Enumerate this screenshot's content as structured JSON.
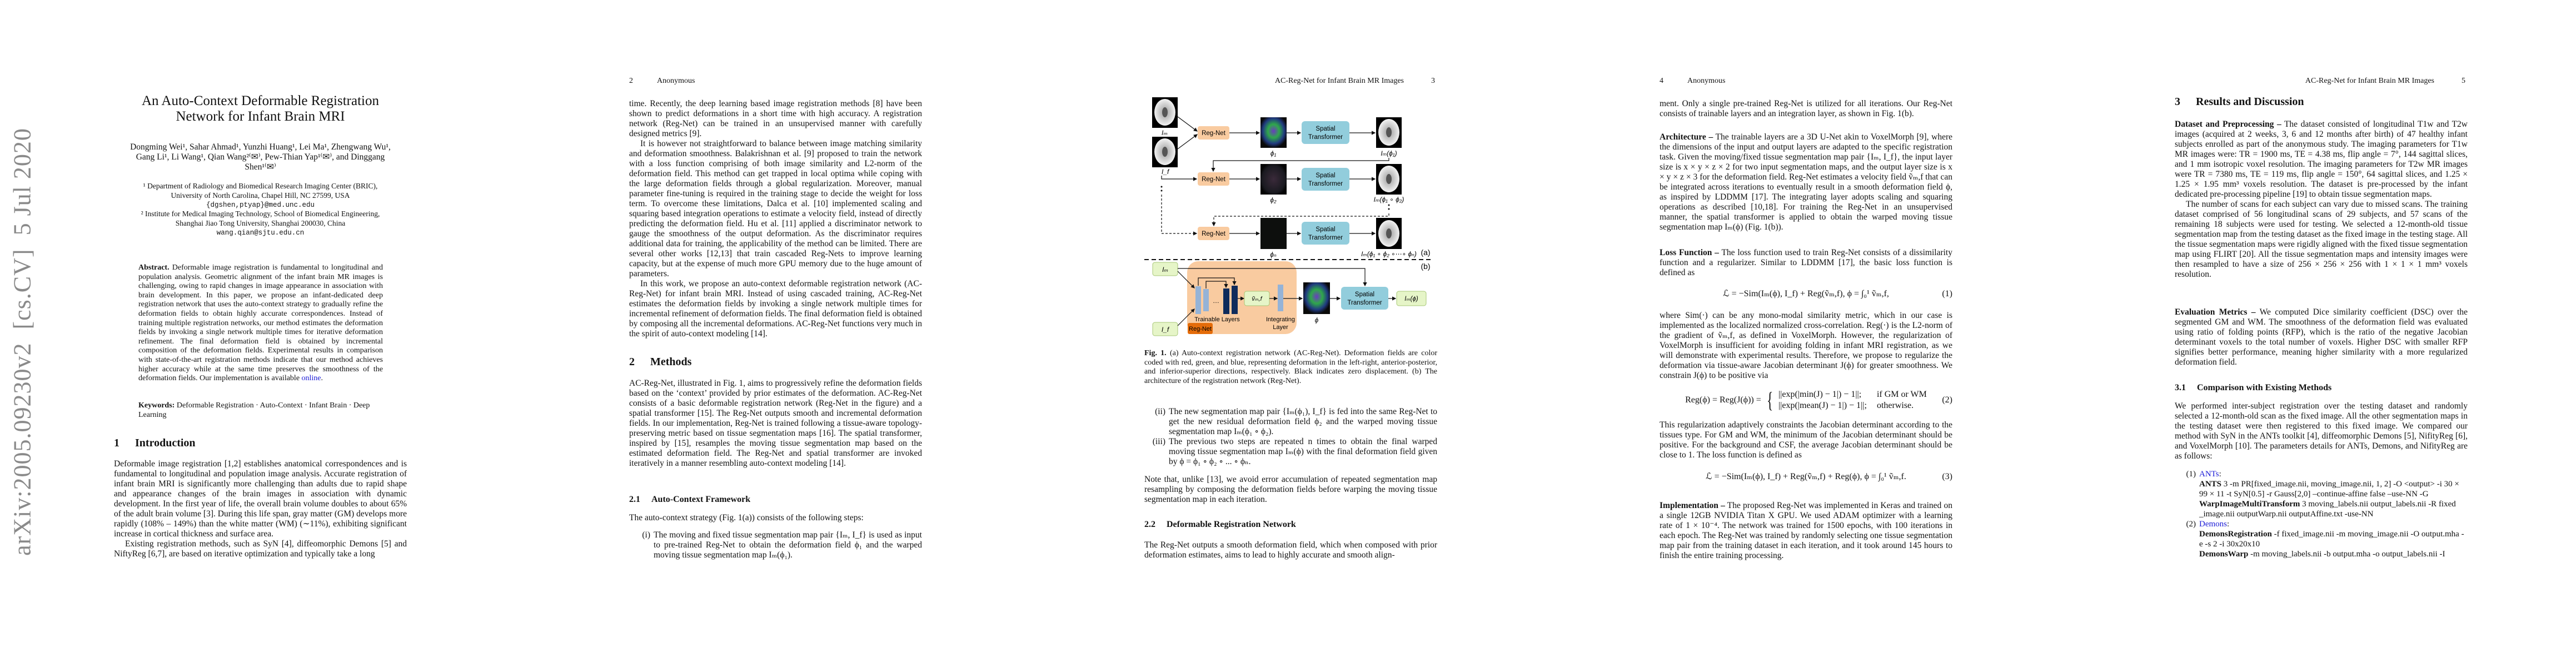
{
  "colors": {
    "link": "#1a1ad6",
    "regnet": "#f9cba0",
    "regnet_tag": "#e46c0a",
    "spatial": "#92cddc",
    "layer_light": "#95b3d7",
    "layer_dark": "#0f2b5b",
    "io_box": "#e6f5c8"
  },
  "arxiv_stamp": "arXiv:2005.09230v2  [cs.CV]  5 Jul 2020",
  "page1": {
    "title_line1": "An Auto-Context Deformable Registration",
    "title_line2": "Network for Infant Brain MRI",
    "authors_line1": "Dongming Wei¹, Sahar Ahmad¹, Yunzhi Huang¹, Lei Ma¹, Zhengwang Wu¹,",
    "authors_line2": "Gang Li¹, Li Wang¹, Qian Wang²⁽✉⁾, Pew-Thian Yap¹⁽✉⁾, and Dinggang",
    "authors_line3": "Shen¹⁽✉⁾",
    "affil1_line1": "¹ Department of Radiology and Biomedical Research Imaging Center (BRIC),",
    "affil1_line2": "University of North Carolina, Chapel Hill, NC 27599, USA",
    "affil1_email": "{dgshen,ptyap}@med.unc.edu",
    "affil2_line1": "² Institute for Medical Imaging Technology, School of Biomedical Engineering,",
    "affil2_line2": "Shanghai Jiao Tong University, Shanghai 200030, China",
    "affil2_email": "wang.qian@sjtu.edu.cn",
    "abstract_label": "Abstract.",
    "abstract_text": "Deformable image registration is fundamental to longitudinal and population analysis. Geometric alignment of the infant brain MR images is challenging, owing to rapid changes in image appearance in association with brain development. In this paper, we propose an infant-dedicated deep registration network that uses the auto-context strategy to gradually refine the deformation fields to obtain highly accurate correspondences. Instead of training multiple registration networks, our method estimates the deformation fields by invoking a single network multiple times for iterative deformation refinement. The final deformation field is obtained by incremental composition of the deformation fields. Experimental results in comparison with state-of-the-art registration methods indicate that our method achieves higher accuracy while at the same time preserves the smoothness of the deformation fields. Our implementation is available",
    "abstract_link": "online",
    "keywords_label": "Keywords:",
    "keywords_text": "Deformable Registration · Auto-Context · Infant Brain · Deep Learning",
    "intro_num": "1",
    "intro_title": "Introduction",
    "intro_p1": "Deformable image registration [1,2] establishes anatomical correspondences and is fundamental to longitudinal and population image analysis. Accurate registration of infant brain MRI is significantly more challenging than adults due to rapid shape and appearance changes of the brain images in association with dynamic development. In the first year of life, the overall brain volume doubles to about 65% of the adult brain volume [3]. During this life span, gray matter (GM) develops more rapidly (108% – 149%) than the white matter (WM) (∼11%), exhibiting significant increase in cortical thickness and surface area.",
    "intro_p2": "Existing registration methods, such as SyN [4], diffeomorphic Demons [5] and NiftyReg [6,7], are based on iterative optimization and typically take a long"
  },
  "page2": {
    "page_num": "2",
    "running_head": "Anonymous",
    "p1": "time. Recently, the deep learning based image registration methods [8] have been shown to predict deformations in a short time with high accuracy. A registration network (Reg-Net) can be trained in an unsupervised manner with carefully designed metrics [9].",
    "p2": "It is however not straightforward to balance between image matching similarity and deformation smoothness. Balakrishnan et al. [9] proposed to train the network with a loss function comprising of both image similarity and L2-norm of the deformation field. This method can get trapped in local optima while coping with the large deformation fields through a global regularization. Moreover, manual parameter fine-tuning is required in the training stage to decide the weight for loss term. To overcome these limitations, Dalca et al. [10] implemented scaling and squaring based integration operations to estimate a velocity field, instead of directly predicting the deformation field. Hu et al. [11] applied a discriminator network to gauge the smoothness of the output deformation. As the discriminator requires additional data for training, the applicability of the method can be limited. There are several other works [12,13] that train cascaded Reg-Nets to improve learning capacity, but at the expense of much more GPU memory due to the huge amount of parameters.",
    "p3": "In this work, we propose an auto-context deformable registration network (AC-Reg-Net) for infant brain MRI. Instead of using cascaded training, AC-Reg-Net estimates the deformation fields by invoking a single network multiple times for incremental refinement of deformation fields. The final deformation field is obtained by composing all the incremental deformations. AC-Reg-Net functions very much in the spirit of auto-context modeling [14].",
    "methods_num": "2",
    "methods_title": "Methods",
    "methods_p1": "AC-Reg-Net, illustrated in Fig. 1, aims to progressively refine the deformation fields based on the ‘context’ provided by prior estimates of the deformation. AC-Reg-Net consists of a basic deformable registration network (Reg-Net in the figure) and a spatial transformer [15]. The Reg-Net outputs smooth and incremental deformation fields. In our implementation, Reg-Net is trained following a tissue-aware topology-preserving metric based on tissue segmentation maps [16]. The spatial transformer, inspired by [15], resamples the moving tissue segmentation map based on the estimated deformation field. The Reg-Net and spatial transformer are invoked iteratively in a manner resembling auto-context modeling [14].",
    "sub21_num": "2.1",
    "sub21_title": "Auto-Context Framework",
    "sub21_intro": "The auto-context strategy (Fig. 1(a)) consists of the following steps:",
    "step1_label": "(i)",
    "step1_text": "The moving and fixed tissue segmentation map pair {Iₘ, I_f} is used as input to pre-trained Reg-Net to obtain the deformation field ϕ₁ and the warped moving tissue segmentation map Iₘ(ϕ₁)."
  },
  "page3": {
    "page_num": "3",
    "running_head": "AC-Reg-Net for Infant Brain MR Images",
    "figure": {
      "label_im": "Iₘ",
      "label_if": "I_f",
      "regnet": "Reg-Net",
      "spatial_line1": "Spatial",
      "spatial_line2": "Transformer",
      "phi1": "ϕ₁",
      "phi2": "ϕ₂",
      "phin": "ϕₙ",
      "out1": "Iₘ(ϕ₁)",
      "out2": "Iₘ(ϕ₁ ∘ ϕ₂)",
      "outn": "Iₘ(ϕ₁ ∘ ϕ₂ ∘⋯∘ ϕₙ)",
      "panel_a": "(a)",
      "panel_b": "(b)",
      "velocity": "ṽₘ,f",
      "trainable_layers": "Trainable Layers",
      "integrating_line1": "Integrating",
      "integrating_line2": "Layer",
      "phi": "ϕ",
      "out_b": "Iₘ(ϕ)",
      "dots": "…"
    },
    "caption_label": "Fig. 1.",
    "caption_text": "(a) Auto-context registration network (AC-Reg-Net). Deformation fields are color coded with red, green, and blue, representing deformation in the left-right, anterior-posterior, and inferior-superior directions, respectively. Black indicates zero displacement. (b) The architecture of the registration network (Reg-Net).",
    "step2_label": "(ii)",
    "step2_text": "The new segmentation map pair {Iₘ(ϕ₁), I_f} is fed into the same Reg-Net to get the new residual deformation field ϕ₂ and the warped moving tissue segmentation map Iₘ(ϕ₁ ∘ ϕ₂).",
    "step3_label": "(iii)",
    "step3_text": "The previous two steps are repeated n times to obtain the final warped moving tissue segmentation map Iₘ(ϕ) with the final deformation field given by ϕ = ϕ₁ ∘ ϕ₂ ∘ ... ∘ ϕₙ.",
    "note": "Note that, unlike [13], we avoid error accumulation of repeated segmentation map resampling by composing the deformation fields before warping the moving tissue segmentation map in each iteration.",
    "sub22_num": "2.2",
    "sub22_title": "Deformable Registration Network",
    "sub22_p1": "The Reg-Net outputs a smooth deformation field, which when composed with prior deformation estimates, aims to lead to highly accurate and smooth align-"
  },
  "page4": {
    "page_num": "4",
    "running_head": "Anonymous",
    "p1": "ment. Only a single pre-trained Reg-Net is utilized for all iterations. Our Reg-Net consists of trainable layers and an integration layer, as shown in Fig. 1(b).",
    "arch_label": "Architecture –",
    "arch_text": "The trainable layers are a 3D U-Net akin to VoxelMorph [9], where the dimensions of the input and output layers are adapted to the specific registration task. Given the moving/fixed tissue segmentation map pair {Iₘ, I_f}, the input layer size is x × y × z × 2 for two input segmentation maps, and the output layer size is x × y × z × 3 for the deformation field. Reg-Net estimates a velocity field ṽₘ,f that can be integrated across iterations to eventually result in a smooth deformation field ϕ, as inspired by LDDMM [17]. The integrating layer adopts scaling and squaring operations as described [10,18]. For training the Reg-Net in an unsupervised manner, the spatial transformer is applied to obtain the warped moving tissue segmentation map Iₘ(ϕ) (Fig. 1(b)).",
    "loss_label": "Loss Function –",
    "loss_text": "The loss function used to train Reg-Net consists of a dissimilarity function and a regularizer. Similar to LDDMM [17], the basic loss function is defined as",
    "eq1": "ℒ = −Sim(Iₘ(ϕ), I_f) + Reg(ṽₘ,f),   ϕ = ∫₀¹ ṽₘ,f,",
    "eq1_num": "(1)",
    "where_text": "where Sim(·) can be any mono-modal similarity metric, which in our case is implemented as the localized normalized cross-correlation. Reg(·) is the L2-norm of the gradient of ṽₘ,f, as defined in VoxelMorph. However, the regularization of VoxelMorph is insufficient for avoiding folding in infant MRI registration, as we will demonstrate with experimental results. Therefore, we propose to regularize the deformation via tissue-aware Jacobian determinant J(ϕ) for greater smoothness. We constrain J(ϕ) to be positive via",
    "eq2_lhs": "Reg(ϕ) = Reg(J(ϕ)) =",
    "eq2_case1": "||exp(|min(J) − 1|) − 1||;",
    "eq2_cond1": "if GM or WM",
    "eq2_case2": "||exp(|mean(J) − 1|) − 1||;",
    "eq2_cond2": "otherwise.",
    "eq2_num": "(2)",
    "reg_text": "This regularization adaptively constraints the Jacobian determinant according to the tissues type. For GM and WM, the minimum of the Jacobian determinant should be positive. For the background and CSF, the average Jacobian determinant should be close to 1. The loss function is defined as",
    "eq3": "ℒ = −Sim(Iₘ(ϕ), I_f) + Reg(ṽₘ,f) + Reg(ϕ),   ϕ = ∫₀¹ ṽₘ,f.",
    "eq3_num": "(3)",
    "impl_label": "Implementation –",
    "impl_text": "The proposed Reg-Net was implemented in Keras and trained on a single 12GB NVIDIA Titan X GPU. We used ADAM optimizer with a learning rate of 1 × 10⁻⁴. The network was trained for 1500 epochs, with 100 iterations in each epoch. The Reg-Net was trained by randomly selecting one tissue segmentation map pair from the training dataset in each iteration, and it took around 145 hours to finish the entire training processing."
  },
  "page5": {
    "page_num": "5",
    "running_head": "AC-Reg-Net for Infant Brain MR Images",
    "sec3_num": "3",
    "sec3_title": "Results and Discussion",
    "data_label": "Dataset and Preprocessing –",
    "data_text": "The dataset consisted of longitudinal T1w and T2w images (acquired at 2 weeks, 3, 6 and 12 months after birth) of 47 healthy infant subjects enrolled as part of the anonymous study. The imaging parameters for T1w MR images were: TR = 1900 ms, TE = 4.38 ms, flip angle = 7°, 144 sagittal slices, and 1 mm isotropic voxel resolution. The imaging parameters for T2w MR images were TR = 7380 ms, TE = 119 ms, flip angle = 150°, 64 sagittal slices, and 1.25 × 1.25 × 1.95 mm³ voxels resolution. The dataset is pre-processed by the infant dedicated pre-processing pipeline [19] to obtain tissue segmentation maps.",
    "data_p2": "The number of scans for each subject can vary due to missed scans. The training dataset comprised of 56 longitudinal scans of 29 subjects, and 57 scans of the remaining 18 subjects were used for testing. We selected a 12-month-old tissue segmentation map from the testing dataset as the fixed image in the testing stage. All the tissue segmentation maps were rigidly aligned with the fixed tissue segmentation map using FLIRT [20]. All the tissue segmentation maps and intensity images were then resampled to have a size of 256 × 256 × 256 with 1 × 1 × 1 mm³ voxels resolution.",
    "eval_label": "Evaluation Metrics –",
    "eval_text": "We computed Dice similarity coefficient (DSC) over the segmented GM and WM. The smoothness of the deformation field was evaluated using ratio of folding points (RFP), which is the ratio of the negative Jacobian determinant voxels to the total number of voxels. Higher DSC with smaller RFP signifies better performance, meaning higher similarity with a more regularized deformation field.",
    "sub31_num": "3.1",
    "sub31_title": "Comparison with Existing Methods",
    "sub31_p1": "We performed inter-subject registration over the testing dataset and randomly selected a 12-month-old scan as the fixed image. All the other segmentation maps in the testing dataset were then registered to this fixed image. We compared our method with SyN in the ANTs toolkit [4], diffeomorphic Demons [5], NifityReg [6], and VoxelMorph [10]. The parameters details for ANTs, Demons, and NifityReg are as follows:",
    "list": [
      {
        "label": "(1)",
        "name": "ANTs",
        "cmds": [
          {
            "cmd": "ANTS",
            "args": "3 -m PR[fixed_image.nii, moving_image.nii, 1, 2] -O <output> -i 30 × 99 × 11 -t SyN[0.5] -r Gauss[2,0] –continue-affine false –use-NN -G"
          },
          {
            "cmd": "WarpImageMultiTransform",
            "args": "3 moving_labels.nii output_labels.nii -R fixed _image.nii outputWarp.nii outputAffine.txt -use-NN"
          }
        ]
      },
      {
        "label": "(2)",
        "name": "Demons",
        "cmds": [
          {
            "cmd": "DemonsRegistration",
            "args": "-f fixed_image.nii -m moving_image.nii -O output.mha -e -s 2 -i 30x20x10"
          },
          {
            "cmd": "DemonsWarp",
            "args": "-m moving_labels.nii -b output.mha -o output_labels.nii -I"
          }
        ]
      }
    ]
  }
}
